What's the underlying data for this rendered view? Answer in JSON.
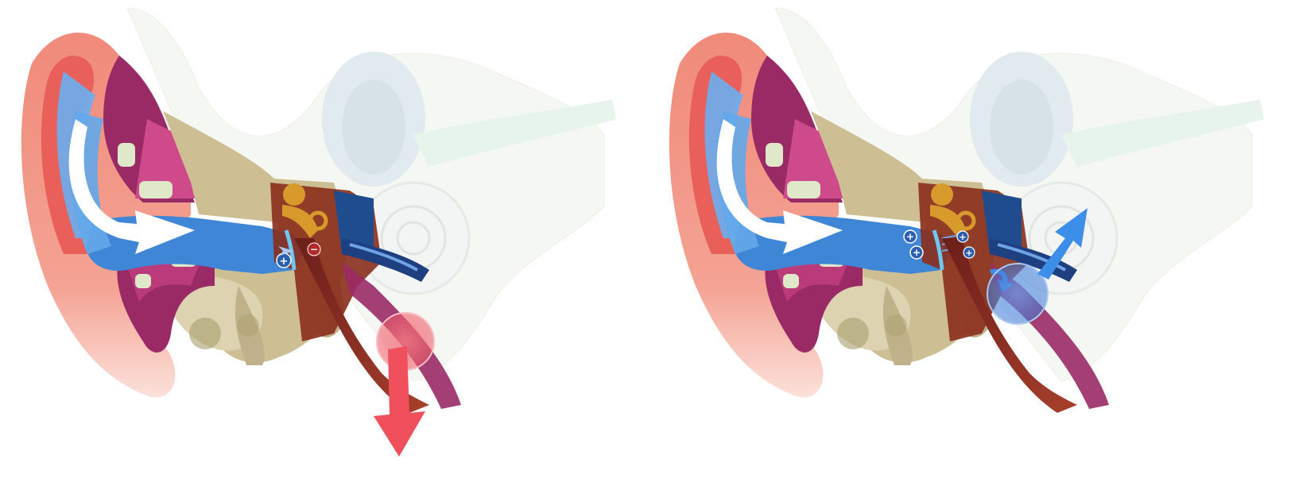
{
  "colors": {
    "background": "#ffffff",
    "pinna_outer": "#f08a7a",
    "pinna_inner": "#ec6f63",
    "canal": "#3f86d6",
    "canal_light": "#63a8ea",
    "bone": "#cdbf93",
    "bone_dark": "#a99e6e",
    "skin_magenta": "#9a2a66",
    "skin_pink": "#cf4a8a",
    "ossicles": "#d89a2a",
    "tube": "#7a2a22",
    "inner_ear_faded": "#d9e6ea",
    "pressure_out_arrow": "#f0505c",
    "pressure_in_arrow": "#3d8ee8",
    "sound_arrow": "#ffffff"
  },
  "panels": [
    {
      "id": "left",
      "pressure_symbols": [
        "+",
        "−"
      ],
      "arrow_direction": "down",
      "arrow_color_key": "pressure_out_arrow"
    },
    {
      "id": "right",
      "pressure_symbols": [
        "+",
        "+",
        "+",
        "+"
      ],
      "arrow_direction": "up",
      "arrow_color_key": "pressure_in_arrow"
    }
  ],
  "icons": {
    "sound_wave": "curved-arrow-icon",
    "pressure_arrow": "block-arrow-icon",
    "plus_symbol": "plus-circle-icon",
    "minus_symbol": "minus-circle-icon"
  }
}
